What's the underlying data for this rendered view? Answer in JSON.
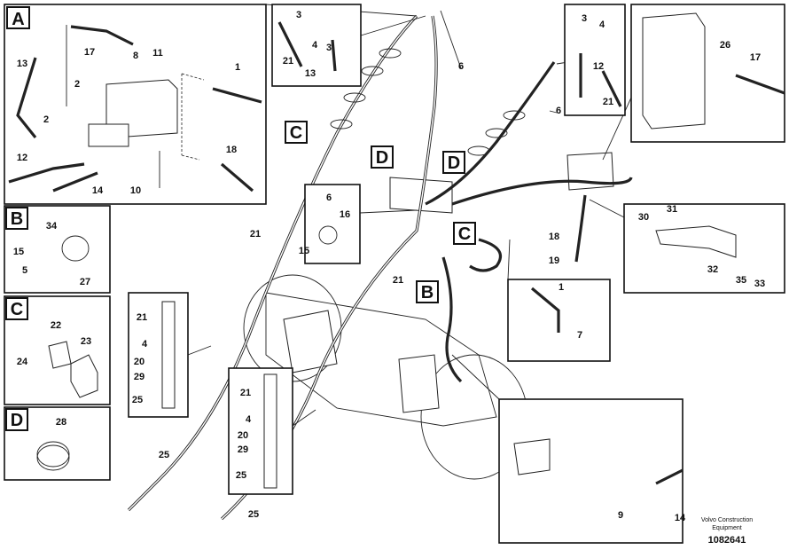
{
  "tags": {
    "A": "A",
    "B": "B",
    "C": "C",
    "D": "D"
  },
  "labels": {
    "a": [
      "17",
      "13",
      "8",
      "11",
      "1",
      "2",
      "2",
      "18",
      "12",
      "14",
      "10"
    ],
    "top": [
      "3",
      "4",
      "3",
      "21",
      "13"
    ],
    "main": [
      "6",
      "6",
      "21",
      "21",
      "18",
      "19",
      "25",
      "25"
    ],
    "topright": [
      "3",
      "4",
      "12",
      "21"
    ],
    "valve": [
      "26",
      "17"
    ],
    "clamp": [
      "6",
      "16",
      "15"
    ],
    "bracket": [
      "30",
      "31",
      "32",
      "35",
      "33"
    ],
    "fitting": [
      "1",
      "7"
    ],
    "b": [
      "34",
      "15",
      "5",
      "27"
    ],
    "c": [
      "22",
      "23",
      "24"
    ],
    "d": [
      "28"
    ],
    "hose1": [
      "21",
      "4",
      "20",
      "29",
      "25"
    ],
    "hose2": [
      "21",
      "4",
      "20",
      "29",
      "25"
    ],
    "axle": [
      "9",
      "14"
    ]
  },
  "footer": {
    "company": "Volvo Construction",
    "division": "Equipment",
    "part_number": "1082641"
  }
}
